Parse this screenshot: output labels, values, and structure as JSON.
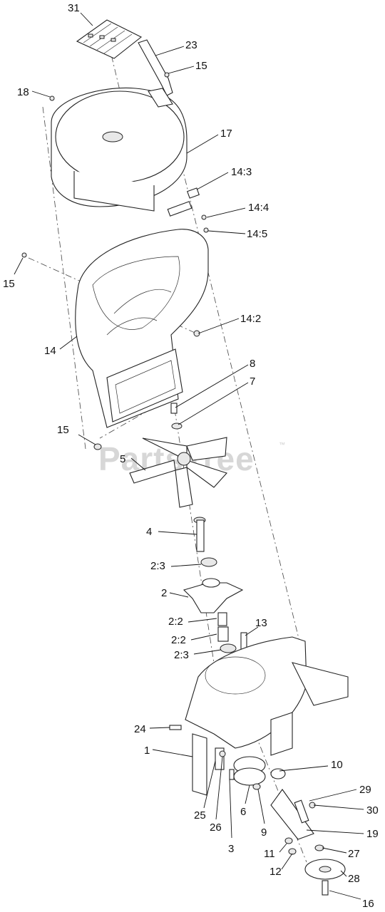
{
  "watermark": "PartsTree",
  "watermark_tm": "™",
  "callouts": [
    {
      "id": "c31",
      "text": "31"
    },
    {
      "id": "c23",
      "text": "23"
    },
    {
      "id": "c15a",
      "text": "15"
    },
    {
      "id": "c18",
      "text": "18"
    },
    {
      "id": "c17",
      "text": "17"
    },
    {
      "id": "c14_3",
      "text": "14:3"
    },
    {
      "id": "c14_4",
      "text": "14:4"
    },
    {
      "id": "c14_5",
      "text": "14:5"
    },
    {
      "id": "c15b",
      "text": "15"
    },
    {
      "id": "c14_2",
      "text": "14:2"
    },
    {
      "id": "c14",
      "text": "14"
    },
    {
      "id": "c8",
      "text": "8"
    },
    {
      "id": "c7",
      "text": "7"
    },
    {
      "id": "c15c",
      "text": "15"
    },
    {
      "id": "c5",
      "text": "5"
    },
    {
      "id": "c4",
      "text": "4"
    },
    {
      "id": "c2_3a",
      "text": "2:3"
    },
    {
      "id": "c2",
      "text": "2"
    },
    {
      "id": "c2_2a",
      "text": "2:2"
    },
    {
      "id": "c13",
      "text": "13"
    },
    {
      "id": "c2_2b",
      "text": "2:2"
    },
    {
      "id": "c2_3b",
      "text": "2:3"
    },
    {
      "id": "c24",
      "text": "24"
    },
    {
      "id": "c1",
      "text": "1"
    },
    {
      "id": "c10",
      "text": "10"
    },
    {
      "id": "c29",
      "text": "29"
    },
    {
      "id": "c30",
      "text": "30"
    },
    {
      "id": "c25",
      "text": "25"
    },
    {
      "id": "c26",
      "text": "26"
    },
    {
      "id": "c6",
      "text": "6"
    },
    {
      "id": "c9",
      "text": "9"
    },
    {
      "id": "c19",
      "text": "19"
    },
    {
      "id": "c3",
      "text": "3"
    },
    {
      "id": "c11",
      "text": "11"
    },
    {
      "id": "c27",
      "text": "27"
    },
    {
      "id": "c12",
      "text": "12"
    },
    {
      "id": "c28",
      "text": "28"
    },
    {
      "id": "c16",
      "text": "16"
    }
  ]
}
